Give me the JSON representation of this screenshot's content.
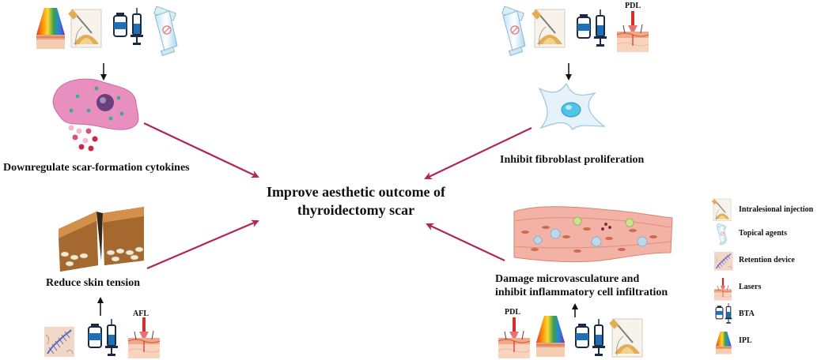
{
  "center": {
    "line1": "Improve aesthetic outcome of",
    "line2": "thyroidectomy scar"
  },
  "effects": {
    "cytokines": "Downregulate scar-formation cytokines",
    "fibroblast": "Inhibit fibroblast proliferation",
    "tension": "Reduce skin tension",
    "vasculature_line1": "Damage microvasculature and",
    "vasculature_line2": "inhibit inflammatory cell infiltration"
  },
  "icon_tags": {
    "pdl_top": "PDL",
    "afl": "AFL",
    "pdl_bottom": "PDL"
  },
  "legend": [
    {
      "icon": "intralesional-injection-icon",
      "label": "Intralesional injection"
    },
    {
      "icon": "topical-agents-icon",
      "label": "Topical agents"
    },
    {
      "icon": "retention-device-icon",
      "label": "Retention device"
    },
    {
      "icon": "lasers-icon",
      "label": "Lasers"
    },
    {
      "icon": "bta-icon",
      "label": "BTA"
    },
    {
      "icon": "ipl-icon",
      "label": "IPL"
    }
  ],
  "colors": {
    "arrow": "#b0245a",
    "cell_pink": "#e98fbf",
    "fibroblast": "#e6f2fb",
    "skin": "#f3c7a7",
    "vessel": "#f2b3a6"
  }
}
